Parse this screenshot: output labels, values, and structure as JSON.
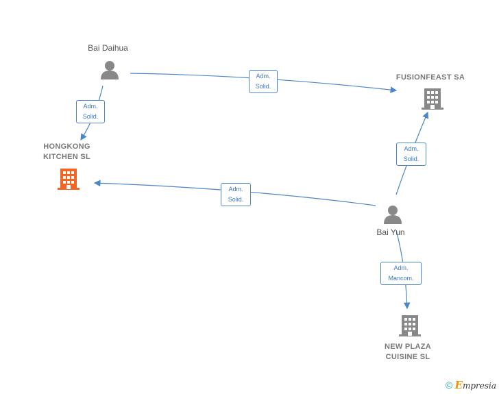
{
  "persons": {
    "bai_daihua": "Bai Daihua",
    "bai_yun": "Bai Yun"
  },
  "companies": {
    "hongkong_kitchen": [
      "HONGKONG",
      "KITCHEN  SL"
    ],
    "fusionfeast": "FUSIONFEAST SA",
    "new_plaza": [
      "NEW PLAZA",
      "CUISINE  SL"
    ]
  },
  "relations": {
    "daihua_fusion": [
      "Adm.",
      "Solid."
    ],
    "daihua_hongkong": [
      "Adm.",
      "Solid."
    ],
    "yun_hongkong": [
      "Adm.",
      "Solid."
    ],
    "yun_fusion": [
      "Adm.",
      "Solid."
    ],
    "yun_newplaza": [
      "Adm.",
      "Mancom."
    ]
  },
  "brand": {
    "copyright": "©",
    "e": "E",
    "rest": "mpresia"
  },
  "colors": {
    "edge": "#4a86c8",
    "person_icon": "#888888",
    "company_icon": "#888888",
    "highlight_company": "#f26522"
  }
}
